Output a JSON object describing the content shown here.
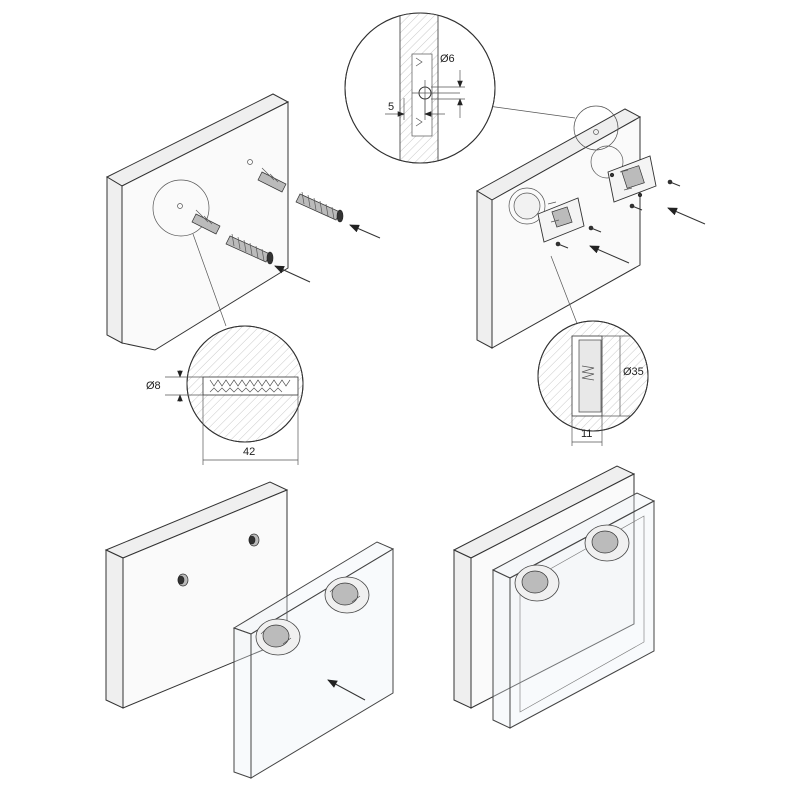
{
  "labels": {
    "dim_dia6": "Ø6",
    "dim_5": "5",
    "dim_dia8": "Ø8",
    "dim_42": "42",
    "dim_dia35": "Ø35",
    "dim_11": "11"
  },
  "colors": {
    "line": "#333333",
    "hatch": "#aaaaaa",
    "background": "#ffffff"
  }
}
